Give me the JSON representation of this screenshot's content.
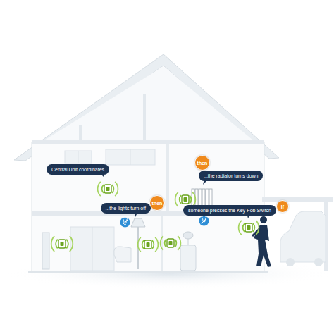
{
  "diagram": {
    "nodes": [
      {
        "text": [
          "Central Unit coordinates"
        ]
      },
      {
        "text": [
          "then"
        ]
      },
      {
        "text": [
          "...the radiator turns down"
        ]
      },
      {
        "text": [
          "then"
        ]
      },
      {
        "text": [
          "...the lights turn off"
        ]
      },
      {
        "text": [
          "someone presses the Key-Fob Switch"
        ]
      },
      {
        "text": [
          "If"
        ]
      }
    ]
  }
}
